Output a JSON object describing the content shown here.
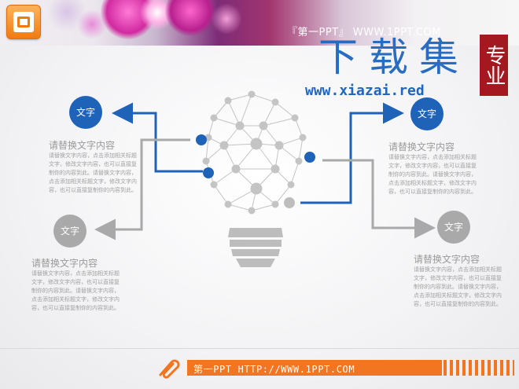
{
  "header": {
    "site_title": "『第一PPT』  WWW.1PPT.COM",
    "logo_icon": "powerpoint-icon",
    "watermark_big": "下载集",
    "watermark_stamp": "专业",
    "watermark_url": "www.xiazai.red"
  },
  "diagram": {
    "center_icon": "lightbulb-network-icon",
    "nodes": [
      {
        "label": "文字",
        "color": "#1f63b8"
      },
      {
        "label": "文字",
        "color": "#a9a9a9"
      },
      {
        "label": "文字",
        "color": "#1f63b8"
      },
      {
        "label": "文字",
        "color": "#a9a9a9"
      }
    ],
    "blocks": [
      {
        "title": "请替换文字内容",
        "body": "请替换文字内容，点击添加相关标题文字，修改文字内容，也可以直接复制你的内容到此。请替换文字内容，点击添加相关标题文字，修改文字内容，也可以直接复制你的内容到此。"
      },
      {
        "title": "请替换文字内容",
        "body": "请替换文字内容，点击添加相关标题文字，修改文字内容，也可以直接复制你的内容到此。请替换文字内容，点击添加相关标题文字，修改文字内容，也可以直接复制你的内容到此。"
      },
      {
        "title": "请替换文字内容",
        "body": "请替换文字内容，点击添加相关标题文字，修改文字内容，也可以直接复制你的内容到此。请替换文字内容，点击添加相关标题文字，修改文字内容，也可以直接复制你的内容到此。"
      },
      {
        "title": "请替换文字内容",
        "body": "请替换文字内容，点击添加相关标题文字，修改文字内容，也可以直接复制你的内容到此。请替换文字内容，点击添加相关标题文字，修改文字内容，也可以直接复制你的内容到此。"
      }
    ]
  },
  "footer": {
    "text": "第一PPT HTTP://WWW.1PPT.COM",
    "icon": "paperclip-icon",
    "accent": "#f27622"
  }
}
